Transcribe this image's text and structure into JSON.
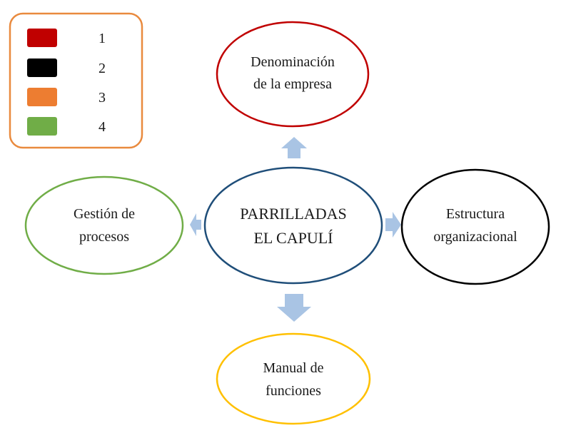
{
  "legend": {
    "border_color": "#e98a3e",
    "items": [
      {
        "label": "1",
        "color": "#c00000"
      },
      {
        "label": "2",
        "color": "#000000"
      },
      {
        "label": "3",
        "color": "#ed7d31"
      },
      {
        "label": "4",
        "color": "#70ad47"
      }
    ]
  },
  "center": {
    "line1": "PARRILLADAS",
    "line2": "EL CAPULÍ",
    "color": "#1f4e79"
  },
  "nodes": {
    "top": {
      "line1": "Denominación",
      "line2": "de la empresa",
      "color": "#c00000"
    },
    "right": {
      "line1": "Estructura",
      "line2": "organizacional",
      "color": "#000000"
    },
    "bottom": {
      "line1": "Manual de",
      "line2": "funciones",
      "color": "#ffc000"
    },
    "left": {
      "line1": "Gestión de",
      "line2": "procesos",
      "color": "#70ad47"
    }
  },
  "arrow_color": "#a9c4e4"
}
